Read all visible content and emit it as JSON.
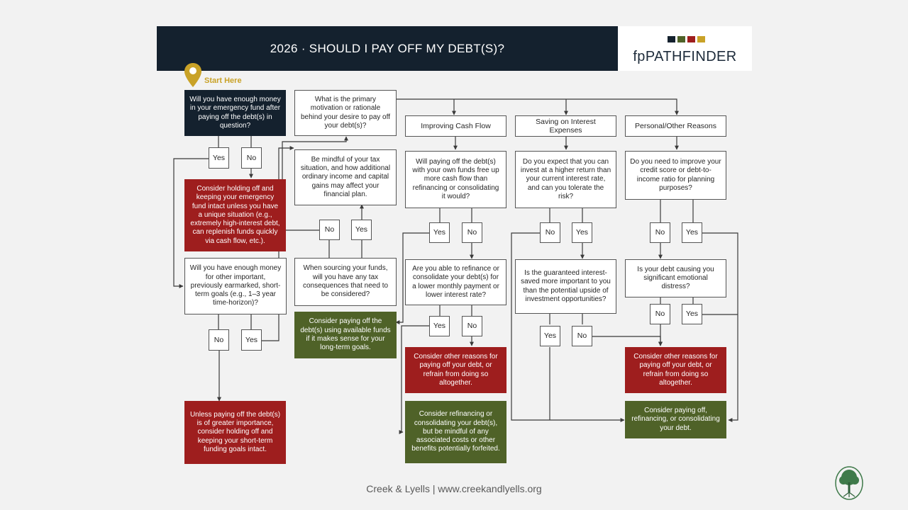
{
  "header": {
    "title": "2026 · SHOULD I PAY OFF MY DEBT(S)?"
  },
  "brand": {
    "name": "fpPATHFINDER",
    "swatches": [
      "#14212e",
      "#4f6228",
      "#9e1e1e",
      "#c9a227"
    ]
  },
  "start": {
    "label": "Start Here"
  },
  "yes": "Yes",
  "no": "No",
  "left": {
    "q1": "Will you have enough money in your emergency fund after paying off the debt(s) in question?",
    "r1": "Consider holding off and keeping your emergency fund intact unless you have a unique situation (e.g., extremely high-interest debt, can replenish funds quickly via cash flow, etc.).",
    "q2": "Will you have enough money for other important, previously earmarked, short-term goals (e.g., 1–3 year time-horizon)?",
    "r2": "Unless paying off the debt(s) is of greater importance, consider holding off and keeping your short-term funding goals intact."
  },
  "middle": {
    "q_motivation": "What is the primary motivation or rationale behind your desire to pay off your debt(s)?",
    "tax_note": "Be mindful of your tax situation, and how additional ordinary income and capital gains may affect your financial plan.",
    "q_tax": "When sourcing your funds, will you have any tax consequences that need to be considered?",
    "r_pay": "Consider paying off the debt(s) using available funds if it makes sense for your long-term goals."
  },
  "cashflow": {
    "title": "Improving Cash Flow",
    "q1": "Will paying off the debt(s) with your own funds free up more cash flow than refinancing or consolidating it would?",
    "q2": "Are you able to refinance or consolidate your debt(s) for a lower monthly payment or lower interest rate?",
    "r_other": "Consider other reasons for paying off your debt, or refrain from doing so altogether.",
    "r_refi": "Consider refinancing or consolidating your debt(s), but be mindful of any associated costs or other benefits potentially forfeited."
  },
  "interest": {
    "title": "Saving on Interest Expenses",
    "q1": "Do you expect that you can invest at a higher return than your current interest rate, and can you tolerate the risk?",
    "q2": "Is the guaranteed interest-saved more important to you than the potential upside of investment opportunities?"
  },
  "personal": {
    "title": "Personal/Other Reasons",
    "q1": "Do you need to improve your credit score or debt-to-income ratio for planning purposes?",
    "q2": "Is your debt causing you significant emotional distress?",
    "r_other": "Consider other reasons for paying off your debt, or refrain from doing so altogether.",
    "r_pay": "Consider paying off, refinancing, or consolidating your debt."
  },
  "footer": {
    "text": "Creek & Lyells | www.creekandlyells.org"
  }
}
